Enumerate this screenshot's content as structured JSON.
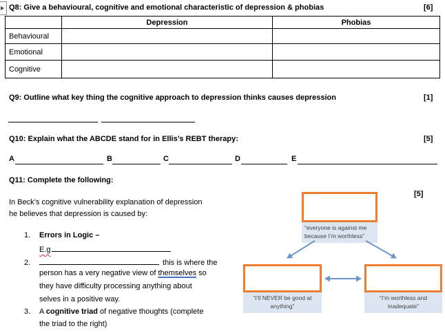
{
  "q8": {
    "title": "Q8: Give a behavioural, cognitive and emotional characteristic of depression & phobias",
    "marks": "[6]",
    "table": {
      "col_headers": [
        "Depression",
        "Phobias"
      ],
      "row_headers": [
        "Behavioural",
        "Emotional",
        "Cognitive"
      ]
    }
  },
  "q9": {
    "title": "Q9: Outline what key thing the cognitive approach to depression thinks causes depression",
    "marks": "[1]"
  },
  "q10": {
    "title": "Q10: Explain what the ABCDE stand for in Ellis’s REBT therapy:",
    "marks": "[5]",
    "letters": [
      "A",
      "B",
      "C",
      "D",
      "E"
    ]
  },
  "q11": {
    "title": "Q11: Complete the following:",
    "intro1": "In Beck’s cognitive vulnerability explanation of depression",
    "intro2": "he believes that depression is caused by:",
    "item1_num": "1.",
    "item1_bold": "Errors in Logic –",
    "item1_eg": "E.g",
    "item2_num": "2.",
    "item2_after": " this is where the",
    "item2_l2a": "person has a very negative view of ",
    "item2_l2u": "themselves",
    "item2_l2b": " so",
    "item2_l3": "they have difficulty processing anything about",
    "item2_l4": "selves in a positive way.",
    "item3_num": "3.",
    "item3_a": "A ",
    "item3_bold": "cognitive triad",
    "item3_b": " of negative thoughts (complete",
    "item3_l2": "the triad to the right)"
  },
  "triad": {
    "marks": "[5]",
    "top_label_line1": "“everyone is against me",
    "top_label_line2": "because I’m worthless”",
    "left_label_line1": "“I’ll NEVER be good at",
    "left_label_line2": "anything”",
    "right_label_line1": "“I’m worthless and",
    "right_label_line2": "inadequate”",
    "colors": {
      "box_border": "#ed7d31",
      "label_bg": "#dce6f2",
      "arrow": "#6f96c8"
    }
  }
}
